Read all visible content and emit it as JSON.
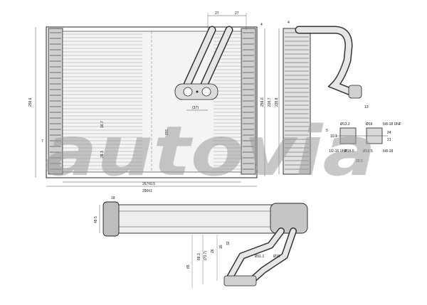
{
  "watermark": "autovia",
  "front_view": {
    "dim_overall_width": "290±1",
    "dim_core_width": "267±0.5",
    "dim_overall_height": "259.6",
    "dim_core_height_right": "259.0",
    "dim_height_mid": "231",
    "dim_pipe_spacing_left": "27",
    "dim_pipe_spacing_right": "27",
    "dim_flange_spacing": "(37)",
    "dim_inner_right": "226.7",
    "dim_small_a": "4",
    "dim_small_b": "7",
    "dim_tube_label": "16.7",
    "dim_fin_label": "28.3"
  },
  "side_view": {
    "dim_height": "235.8",
    "dim_top": "4",
    "dim_bend": "13"
  },
  "detail": {
    "d1": "Ø13.2",
    "d2": "Ø16",
    "thread1": "5/8-18 UNF",
    "thread2": "1/2-16 UNF",
    "thread3": "5/8-18",
    "dim1": "10.1",
    "dim2": "20.5",
    "dim3": "5",
    "dim4": "Ø18.5",
    "dim5": "Ø19.5",
    "dim6": "24",
    "dim7": "21"
  },
  "bottom_view": {
    "dim_depth": "48.5",
    "dim_flange": "18",
    "dim_a": "65",
    "dim_b": "88.3",
    "dim_c": "(70.7)",
    "dim_d": "26",
    "dim_e": "15",
    "dim_f": "32",
    "dim_g": "Ø11.1",
    "dim_h": "Ø16"
  }
}
